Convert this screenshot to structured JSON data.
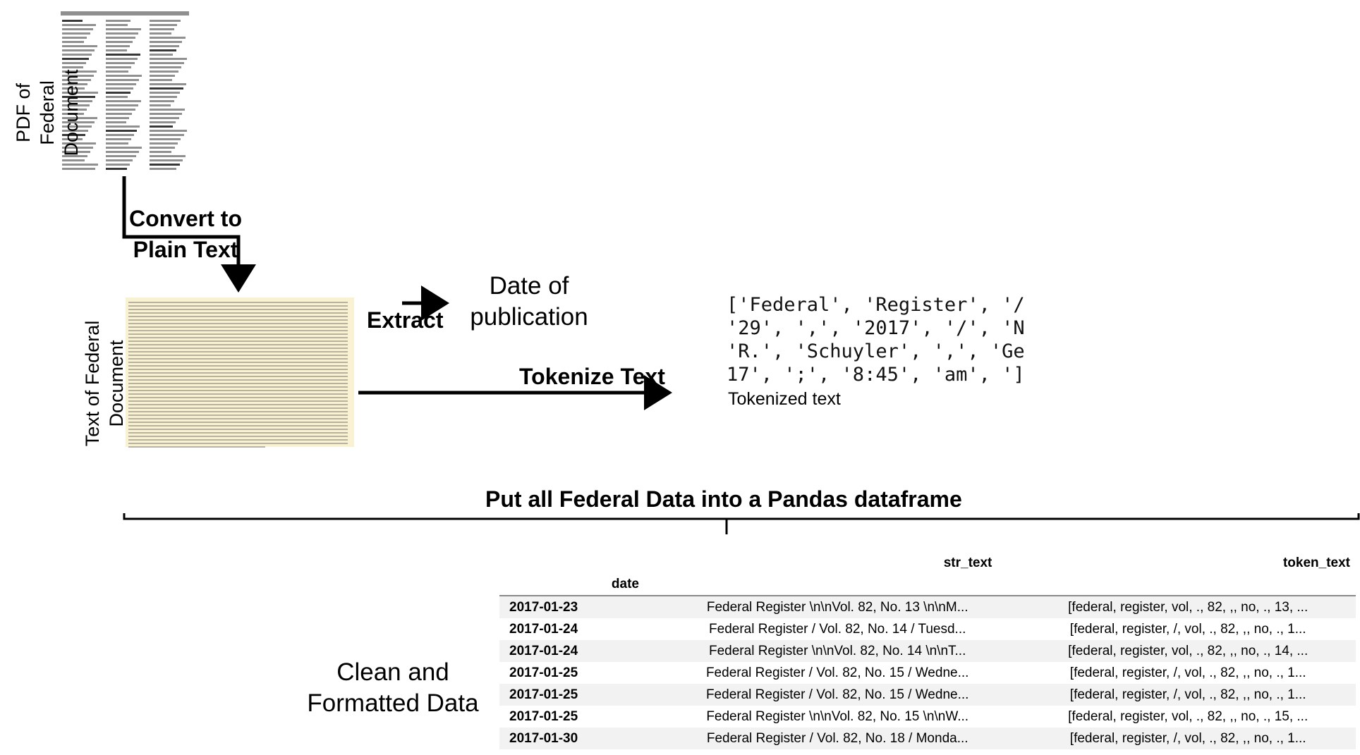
{
  "labels": {
    "pdf_doc": "PDF of Federal\nDocument",
    "text_doc": "Text of Federal\nDocument",
    "convert": "Convert to\nPlain Text",
    "extract": "Extract",
    "date_pub": "Date of\npublication",
    "tokenize": "Tokenize Text",
    "tokenized_caption": "Tokenized text",
    "put_all": "Put all Federal Data into a Pandas dataframe",
    "clean": "Clean and\nFormatted Data"
  },
  "token_sample": "['Federal', 'Register', '/\n'29', ',', '2017', '/', 'N\n'R.', 'Schuyler', ',', 'Ge\n17', ';', '8:45', 'am', ']",
  "dataframe": {
    "columns": [
      "str_text",
      "token_text"
    ],
    "index_name": "date",
    "rows": [
      {
        "date": "2017-01-23",
        "str_text": "Federal Register \\n\\nVol. 82, No. 13 \\n\\nM...",
        "token_text": "[federal, register, vol, ., 82, ,, no, ., 13, ..."
      },
      {
        "date": "2017-01-24",
        "str_text": "Federal Register / Vol. 82, No. 14 / Tuesd...",
        "token_text": "[federal, register, /, vol, ., 82, ,, no, ., 1..."
      },
      {
        "date": "2017-01-24",
        "str_text": "Federal Register \\n\\nVol. 82, No. 14 \\n\\nT...",
        "token_text": "[federal, register, vol, ., 82, ,, no, ., 14, ..."
      },
      {
        "date": "2017-01-25",
        "str_text": "Federal Register / Vol. 82, No. 15 / Wedne...",
        "token_text": "[federal, register, /, vol, ., 82, ,, no, ., 1..."
      },
      {
        "date": "2017-01-25",
        "str_text": "Federal Register / Vol. 82, No. 15 / Wedne...",
        "token_text": "[federal, register, /, vol, ., 82, ,, no, ., 1..."
      },
      {
        "date": "2017-01-25",
        "str_text": "Federal Register \\n\\nVol. 82, No. 15 \\n\\nW...",
        "token_text": "[federal, register, vol, ., 82, ,, no, ., 15, ..."
      },
      {
        "date": "2017-01-30",
        "str_text": "Federal Register / Vol. 82, No. 18 / Monda...",
        "token_text": "[federal, register, /, vol, ., 82, ,, no, ., 1..."
      }
    ]
  }
}
